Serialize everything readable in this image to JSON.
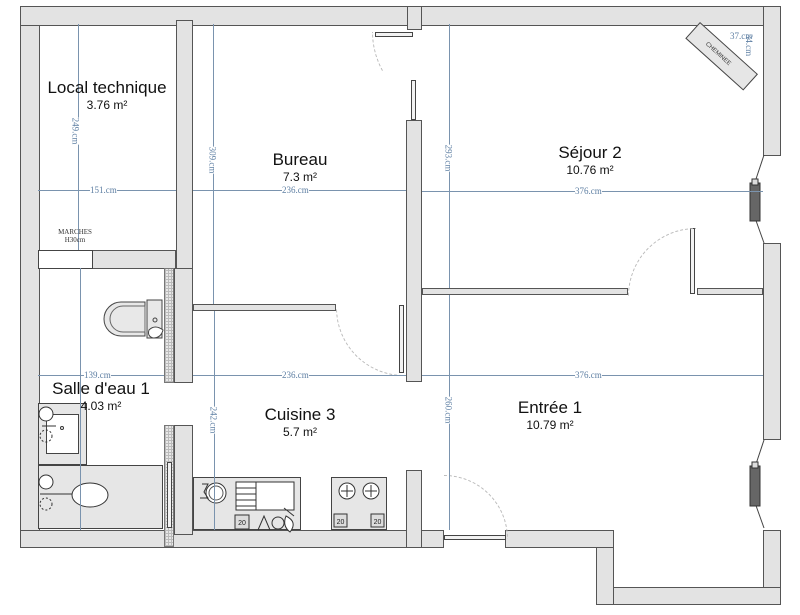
{
  "plan": {
    "rooms": [
      {
        "name": "Local technique",
        "area": "3.76 m²"
      },
      {
        "name": "Bureau",
        "area": "7.3 m²"
      },
      {
        "name": "Séjour 2",
        "area": "10.76 m²"
      },
      {
        "name": "Salle d'eau 1",
        "area": "4.03 m²"
      },
      {
        "name": "Cuisine 3",
        "area": "5.7 m²"
      },
      {
        "name": "Entrée 1",
        "area": "10.79 m²"
      }
    ],
    "dimensions": {
      "local_technique_height": "249.cm",
      "local_technique_width": "151.cm",
      "bureau_height": "309.cm",
      "bureau_width": "236.cm",
      "sejour_height": "293.cm",
      "sejour_width": "376.cm",
      "salle_deau_width": "139.cm",
      "cuisine_width": "236.cm",
      "cuisine_height": "242.cm",
      "entree_width": "376.cm",
      "entree_height": "260.cm",
      "chimney_width": "37.cm",
      "chimney_depth": "34.cm"
    },
    "annotations": {
      "stairs_line1": "MARCHES",
      "stairs_line2": "H30cm",
      "chimney": "CHEMINEE"
    },
    "colors": {
      "wall_fill": "#e3e3e3",
      "wall_stroke": "#555555",
      "dimension_line": "#7a93ae",
      "dimension_text": "#5e7fa3",
      "label_text": "#111111"
    }
  }
}
